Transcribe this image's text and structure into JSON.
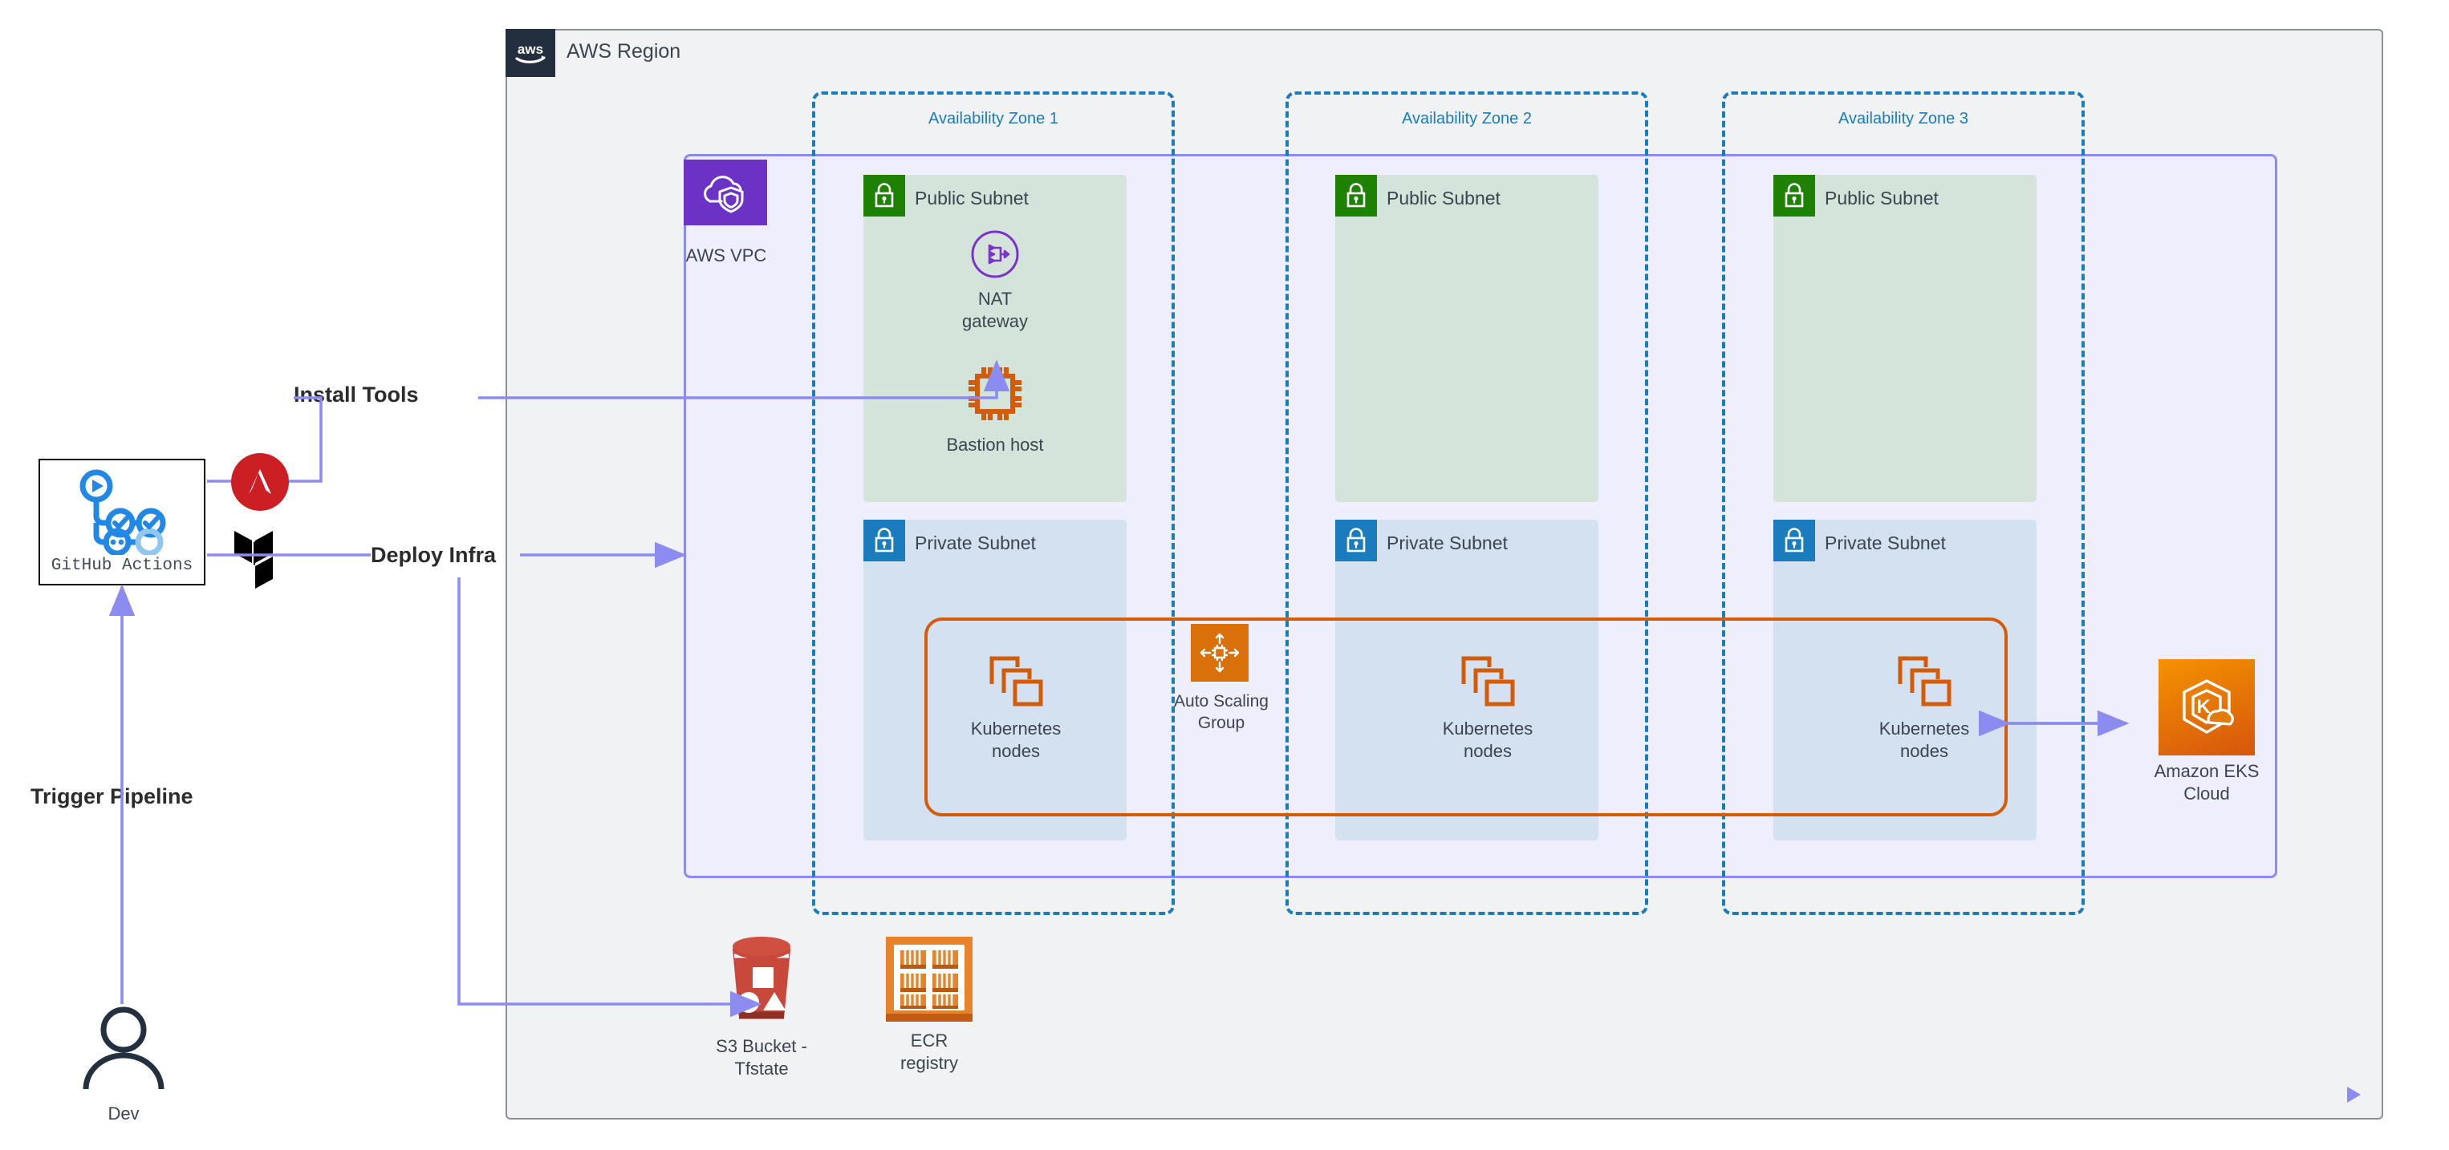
{
  "diagram": {
    "title": "AWS EKS CI/CD Architecture",
    "colors": {
      "region_fill": "#f1f2f3",
      "region_stroke": "#8b8f96",
      "aws_navy": "#232f3e",
      "vpc_purple": "#6c32c6",
      "vpc_fill": "#eeeefc",
      "az_blue": "#1a7bbd",
      "public_subnet_fill": "#d5e4da",
      "public_badge_green": "#1d8102",
      "private_subnet_fill": "#d4e1f1",
      "private_badge_blue": "#1a7bbd",
      "asg_orange": "#d45b07",
      "node_orange": "#d9700a",
      "connector_purple": "#8c8cf0",
      "ansible_red": "#cc1f24",
      "s3_red": "#c9483c",
      "eks_orange": "#ed8a0a"
    }
  },
  "region": {
    "logo_icon": "aws-logo-icon",
    "title": "AWS Region"
  },
  "vpc": {
    "icon": "vpc-cloud-shield-icon",
    "label": "AWS VPC"
  },
  "availability_zones": [
    {
      "label": "Availability Zone 1"
    },
    {
      "label": "Availability Zone 2"
    },
    {
      "label": "Availability Zone 3"
    }
  ],
  "public_subnets": [
    {
      "badge_icon": "lock-icon",
      "title": "Public Subnet"
    },
    {
      "badge_icon": "lock-icon",
      "title": "Public Subnet"
    },
    {
      "badge_icon": "lock-icon",
      "title": "Public Subnet"
    }
  ],
  "private_subnets": [
    {
      "badge_icon": "lock-icon",
      "title": "Private Subnet"
    },
    {
      "badge_icon": "lock-icon",
      "title": "Private Subnet"
    },
    {
      "badge_icon": "lock-icon",
      "title": "Private Subnet"
    }
  ],
  "resources": {
    "nat_gateway": {
      "icon": "nat-gateway-icon",
      "line1": "NAT",
      "line2": "gateway"
    },
    "bastion_host": {
      "icon": "cpu-chip-icon",
      "label": "Bastion host"
    },
    "auto_scaling_group": {
      "icon": "auto-scaling-icon",
      "line1": "Auto Scaling",
      "line2": "Group"
    },
    "kubernetes_nodes": [
      {
        "icon": "stacked-squares-icon",
        "line1": "Kubernetes",
        "line2": "nodes"
      },
      {
        "icon": "stacked-squares-icon",
        "line1": "Kubernetes",
        "line2": "nodes"
      },
      {
        "icon": "stacked-squares-icon",
        "line1": "Kubernetes",
        "line2": "nodes"
      }
    ],
    "eks_cloud": {
      "icon": "eks-icon",
      "line1": "Amazon EKS",
      "line2": "Cloud"
    },
    "s3_bucket": {
      "icon": "s3-bucket-icon",
      "line1": "S3 Bucket -",
      "line2": "Tfstate"
    },
    "ecr_registry": {
      "icon": "ecr-registry-icon",
      "line1": "ECR",
      "line2": "registry"
    }
  },
  "pipeline": {
    "github_actions": {
      "icon": "github-actions-icon",
      "label": "GitHub Actions"
    },
    "ansible": {
      "icon": "ansible-logo-icon"
    },
    "terraform": {
      "icon": "terraform-logo-icon"
    },
    "dev_actor": {
      "icon": "user-actor-icon",
      "label": "Dev"
    }
  },
  "edge_labels": {
    "install_tools": "Install Tools",
    "deploy_infra": "Deploy Infra",
    "trigger_pipeline": "Trigger Pipeline"
  }
}
